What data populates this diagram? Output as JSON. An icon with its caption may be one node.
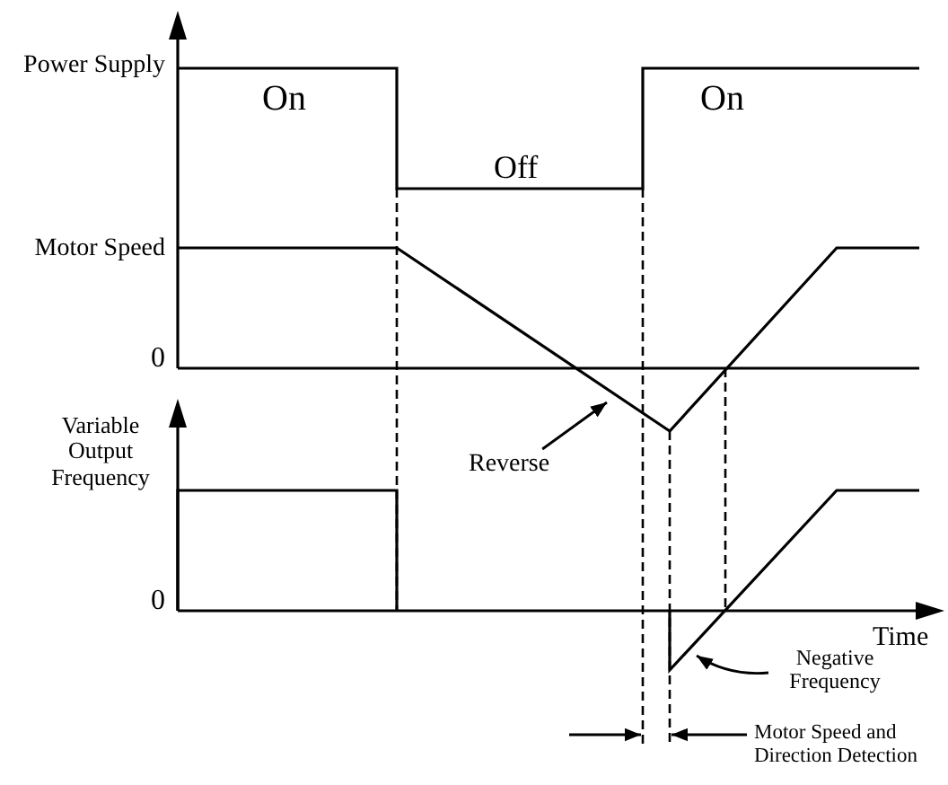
{
  "diagram": {
    "nodes": [
      {
        "text": [
          "Reverse"
        ]
      },
      {
        "text": [
          "Negative Frequency"
        ]
      }
    ],
    "edges": [
      {
        "from": 0,
        "to": null,
        "arrow": "to"
      },
      {
        "from": 1,
        "to": null,
        "arrow": "to"
      }
    ],
    "labels": [
      "Power Supply",
      "On",
      "Off",
      "On",
      "Motor Speed",
      "0",
      "Variable Output Frequency",
      "0",
      "Time",
      "Motor Speed and Direction Detection"
    ]
  }
}
